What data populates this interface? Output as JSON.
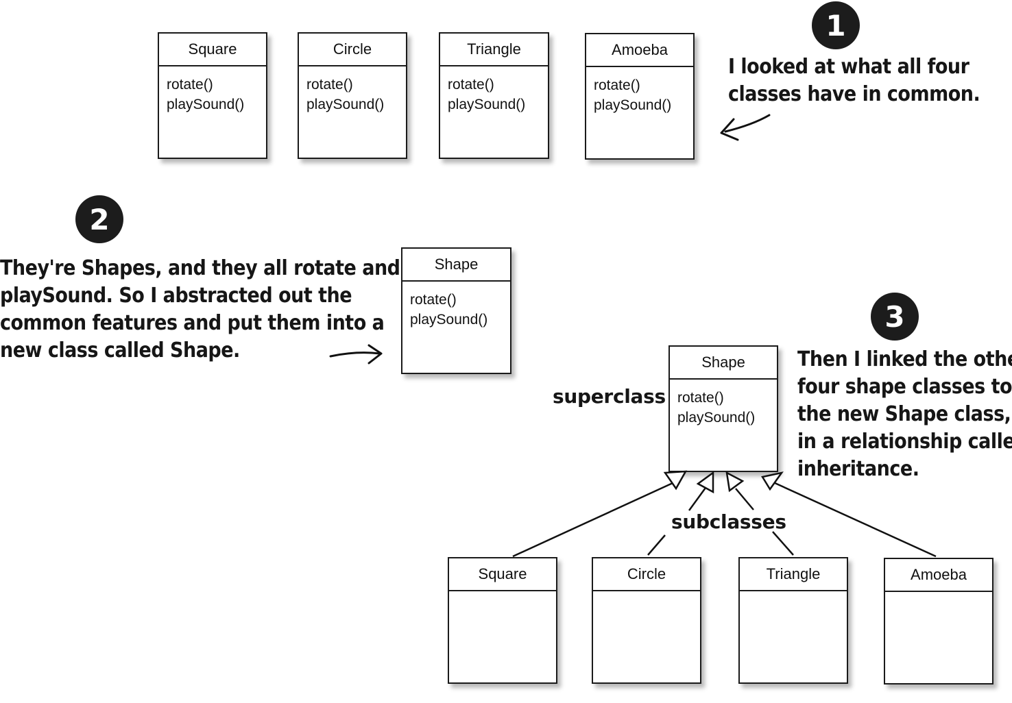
{
  "step1": {
    "badge": "1",
    "note": [
      "I looked at what all four",
      "classes have in common."
    ],
    "classes": [
      {
        "name": "Square",
        "methods": [
          "rotate()",
          "playSound()"
        ]
      },
      {
        "name": "Circle",
        "methods": [
          "rotate()",
          "playSound()"
        ]
      },
      {
        "name": "Triangle",
        "methods": [
          "rotate()",
          "playSound()"
        ]
      },
      {
        "name": "Amoeba",
        "methods": [
          "rotate()",
          "playSound()"
        ]
      }
    ]
  },
  "step2": {
    "badge": "2",
    "note": [
      "They're Shapes, and they all rotate and",
      "playSound.  So I abstracted out the",
      "common features and put them into a",
      "new class called Shape."
    ],
    "class": {
      "name": "Shape",
      "methods": [
        "rotate()",
        "playSound()"
      ]
    }
  },
  "step3": {
    "badge": "3",
    "note": [
      "Then I linked the other",
      "four shape classes to",
      "the new Shape class,",
      "in a relationship called",
      "inheritance."
    ],
    "superclass_label": "superclass",
    "subclasses_label": "subclasses",
    "superclass": {
      "name": "Shape",
      "methods": [
        "rotate()",
        "playSound()"
      ]
    },
    "subclasses": [
      {
        "name": "Square"
      },
      {
        "name": "Circle"
      },
      {
        "name": "Triangle"
      },
      {
        "name": "Amoeba"
      }
    ]
  }
}
